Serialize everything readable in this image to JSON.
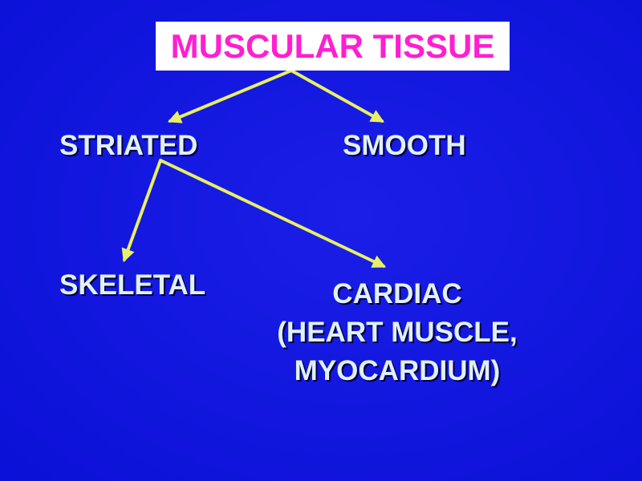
{
  "colors": {
    "background": "#0a0fd6",
    "background_light": "#1a1ee6",
    "title_box_bg": "#ffffff",
    "title_text": "#ff1fd0",
    "node_text": "#dff0ff",
    "arrow": "#e8f062"
  },
  "diagram": {
    "title": "MUSCULAR TISSUE",
    "nodes": {
      "striated": "STRIATED",
      "smooth": "SMOOTH",
      "skeletal": "SKELETAL",
      "cardiac": {
        "line1": "CARDIAC",
        "line2": "(HEART MUSCLE,",
        "line3": "MYOCARDIUM)"
      }
    },
    "edges": [
      {
        "from": "muscular-tissue",
        "to": "striated"
      },
      {
        "from": "muscular-tissue",
        "to": "smooth"
      },
      {
        "from": "striated",
        "to": "skeletal"
      },
      {
        "from": "striated",
        "to": "cardiac"
      }
    ]
  }
}
